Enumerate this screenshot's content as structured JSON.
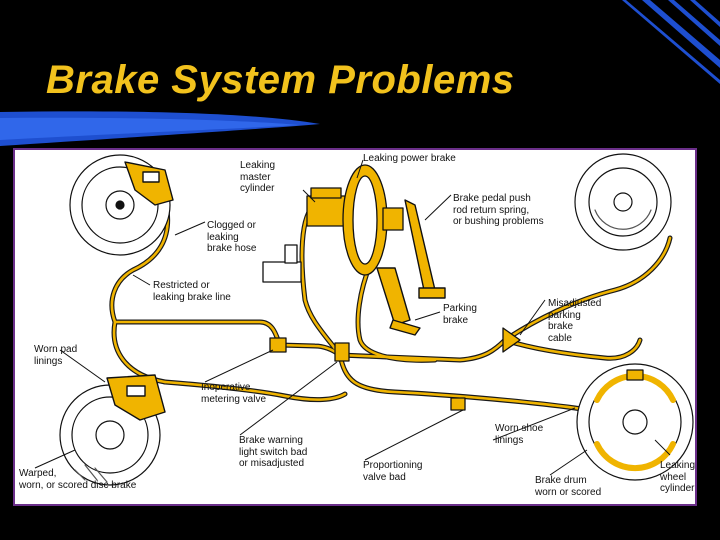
{
  "slide": {
    "title": "Brake System Problems",
    "colors": {
      "background": "#000000",
      "title": "#f2c21d",
      "accent_swoosh": "#1e4fd0",
      "panel_border": "#6b2f8a",
      "brake_line": "#f0b400",
      "line_outline": "#1a1a1a"
    }
  },
  "diagram": {
    "labels": {
      "leaking_master_cylinder": "Leaking\nmaster\ncylinder",
      "leaking_power_brake": "Leaking power brake",
      "clogged_brake_hose": "Clogged or\nleaking\nbrake hose",
      "brake_pedal_push_rod": "Brake pedal push\nrod return spring,\nor bushing problems",
      "restricted_brake_line": "Restricted or\nleaking brake line",
      "parking_brake": "Parking\nbrake",
      "misadjusted_parking_cable": "Misadjusted\nparking\nbrake\ncable",
      "worn_pad_linings": "Worn pad\nlinings",
      "inoperative_metering_valve": "Inoperative\nmetering valve",
      "brake_warning_light_switch": "Brake warning\nlight switch bad\nor misadjusted",
      "worn_shoe_linings": "Worn shoe\nlinings",
      "proportioning_valve": "Proportioning\nvalve bad",
      "brake_drum": "Brake drum\nworn or scored",
      "warped_disc_brake": "Warped,\nworn, or scored disc brake",
      "leaking_wheel_cylinder": "Leaking\nwheel\ncylinder"
    }
  }
}
